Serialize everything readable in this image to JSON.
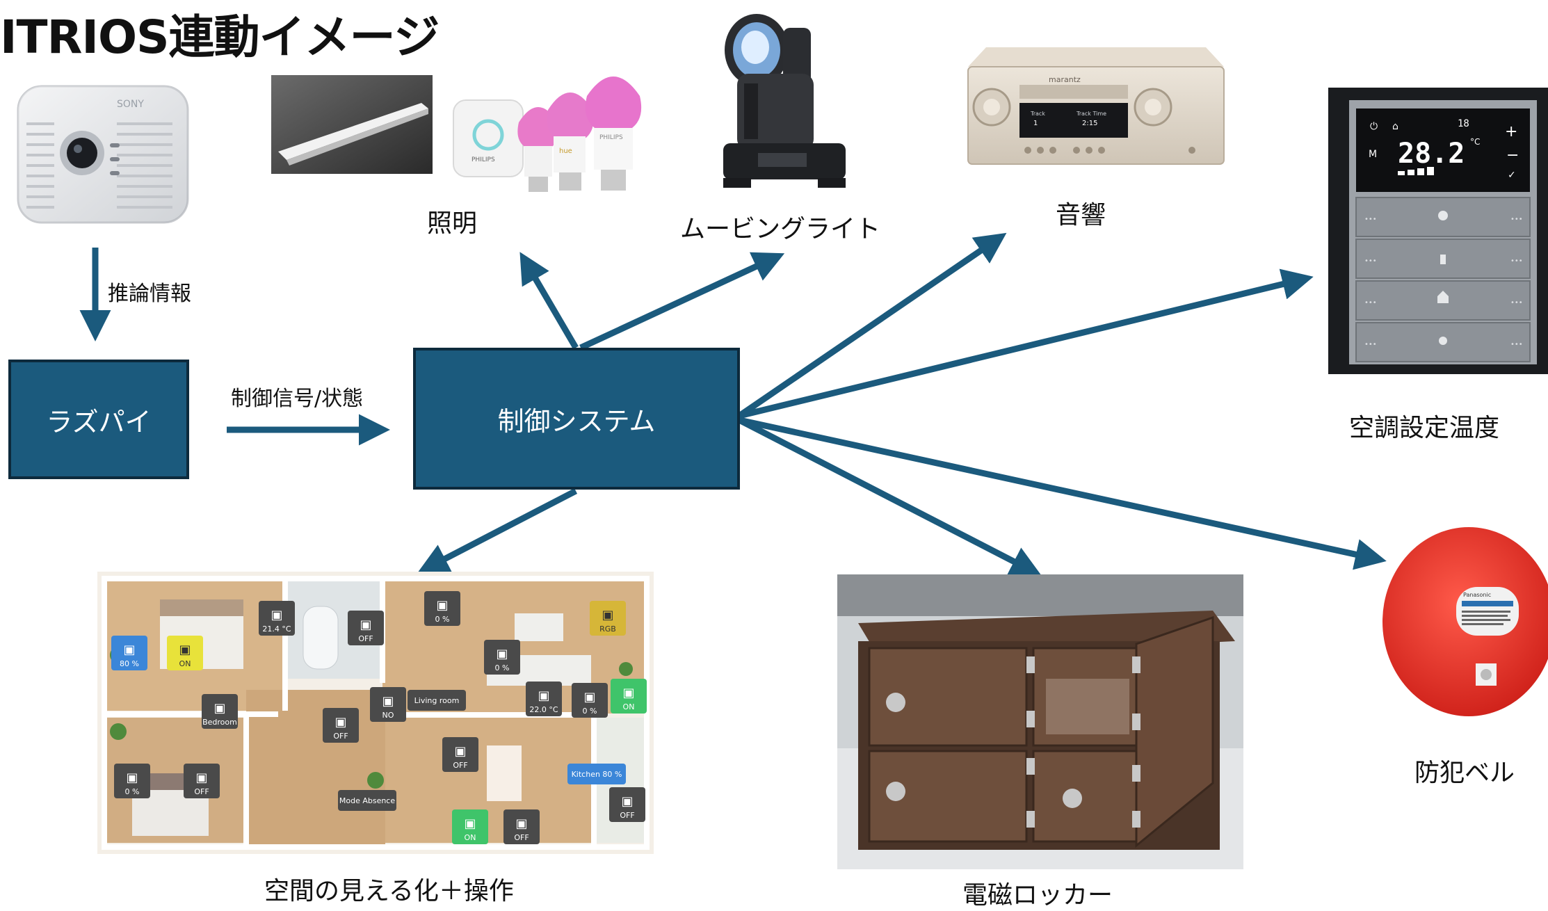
{
  "title": "ITRIOS連動イメージ",
  "nodes": {
    "raspi": "ラズパイ",
    "control": "制御システム"
  },
  "edges": {
    "inference": "推論情報",
    "control_signal": "制御信号/状態"
  },
  "captions": {
    "lighting": "照明",
    "moving_light": "ムービングライト",
    "audio": "音響",
    "aircon": "空調設定温度",
    "floorplan": "空間の見える化＋操作",
    "locker": "電磁ロッカー",
    "bell": "防犯ベル"
  },
  "product_text": {
    "camera_brand": "SONY",
    "amp_brand": "marantz",
    "amp_display_track": "Track",
    "amp_display_track_value": "1",
    "amp_display_time_label": "Track Time",
    "amp_display_time": "2:15",
    "bulb_brand": "PHILIPS",
    "bulb_label": "hue",
    "thermo_temp": "28.2",
    "thermo_setpoint": "18",
    "thermo_unit": "°C",
    "thermo_mode": "M",
    "bell_brand": "Panasonic"
  },
  "floorplan": {
    "badges": [
      {
        "label": "80 %",
        "color": "#3b86d8"
      },
      {
        "label": "ON",
        "color": "#e8e23a"
      },
      {
        "label": "21.4 °C",
        "color": "#4a4a4a"
      },
      {
        "label": "OFF",
        "color": "#4a4a4a"
      },
      {
        "label": "0 %",
        "color": "#4a4a4a"
      },
      {
        "label": "0 %",
        "color": "#4a4a4a"
      },
      {
        "label": "RGB",
        "color": "#d6b638"
      },
      {
        "label": "NO",
        "color": "#4a4a4a"
      },
      {
        "label": "Living room",
        "color": "#4a4a4a"
      },
      {
        "label": "22.0 °C",
        "color": "#4a4a4a"
      },
      {
        "label": "0 %",
        "color": "#4a4a4a"
      },
      {
        "label": "ON",
        "color": "#3fc46a"
      },
      {
        "label": "Bedroom",
        "color": "#4a4a4a"
      },
      {
        "label": "OFF",
        "color": "#4a4a4a"
      },
      {
        "label": "OFF",
        "color": "#4a4a4a"
      },
      {
        "label": "0 %",
        "color": "#4a4a4a"
      },
      {
        "label": "OFF",
        "color": "#4a4a4a"
      },
      {
        "label": "Kitchen 80 %",
        "color": "#3b86d8"
      },
      {
        "label": "OFF",
        "color": "#4a4a4a"
      },
      {
        "label": "Mode Absence",
        "color": "#4a4a4a"
      },
      {
        "label": "ON",
        "color": "#3fc46a"
      },
      {
        "label": "OFF",
        "color": "#4a4a4a"
      }
    ]
  },
  "colors": {
    "box_fill": "#1b5a7d",
    "arrow": "#1b5a7d"
  }
}
